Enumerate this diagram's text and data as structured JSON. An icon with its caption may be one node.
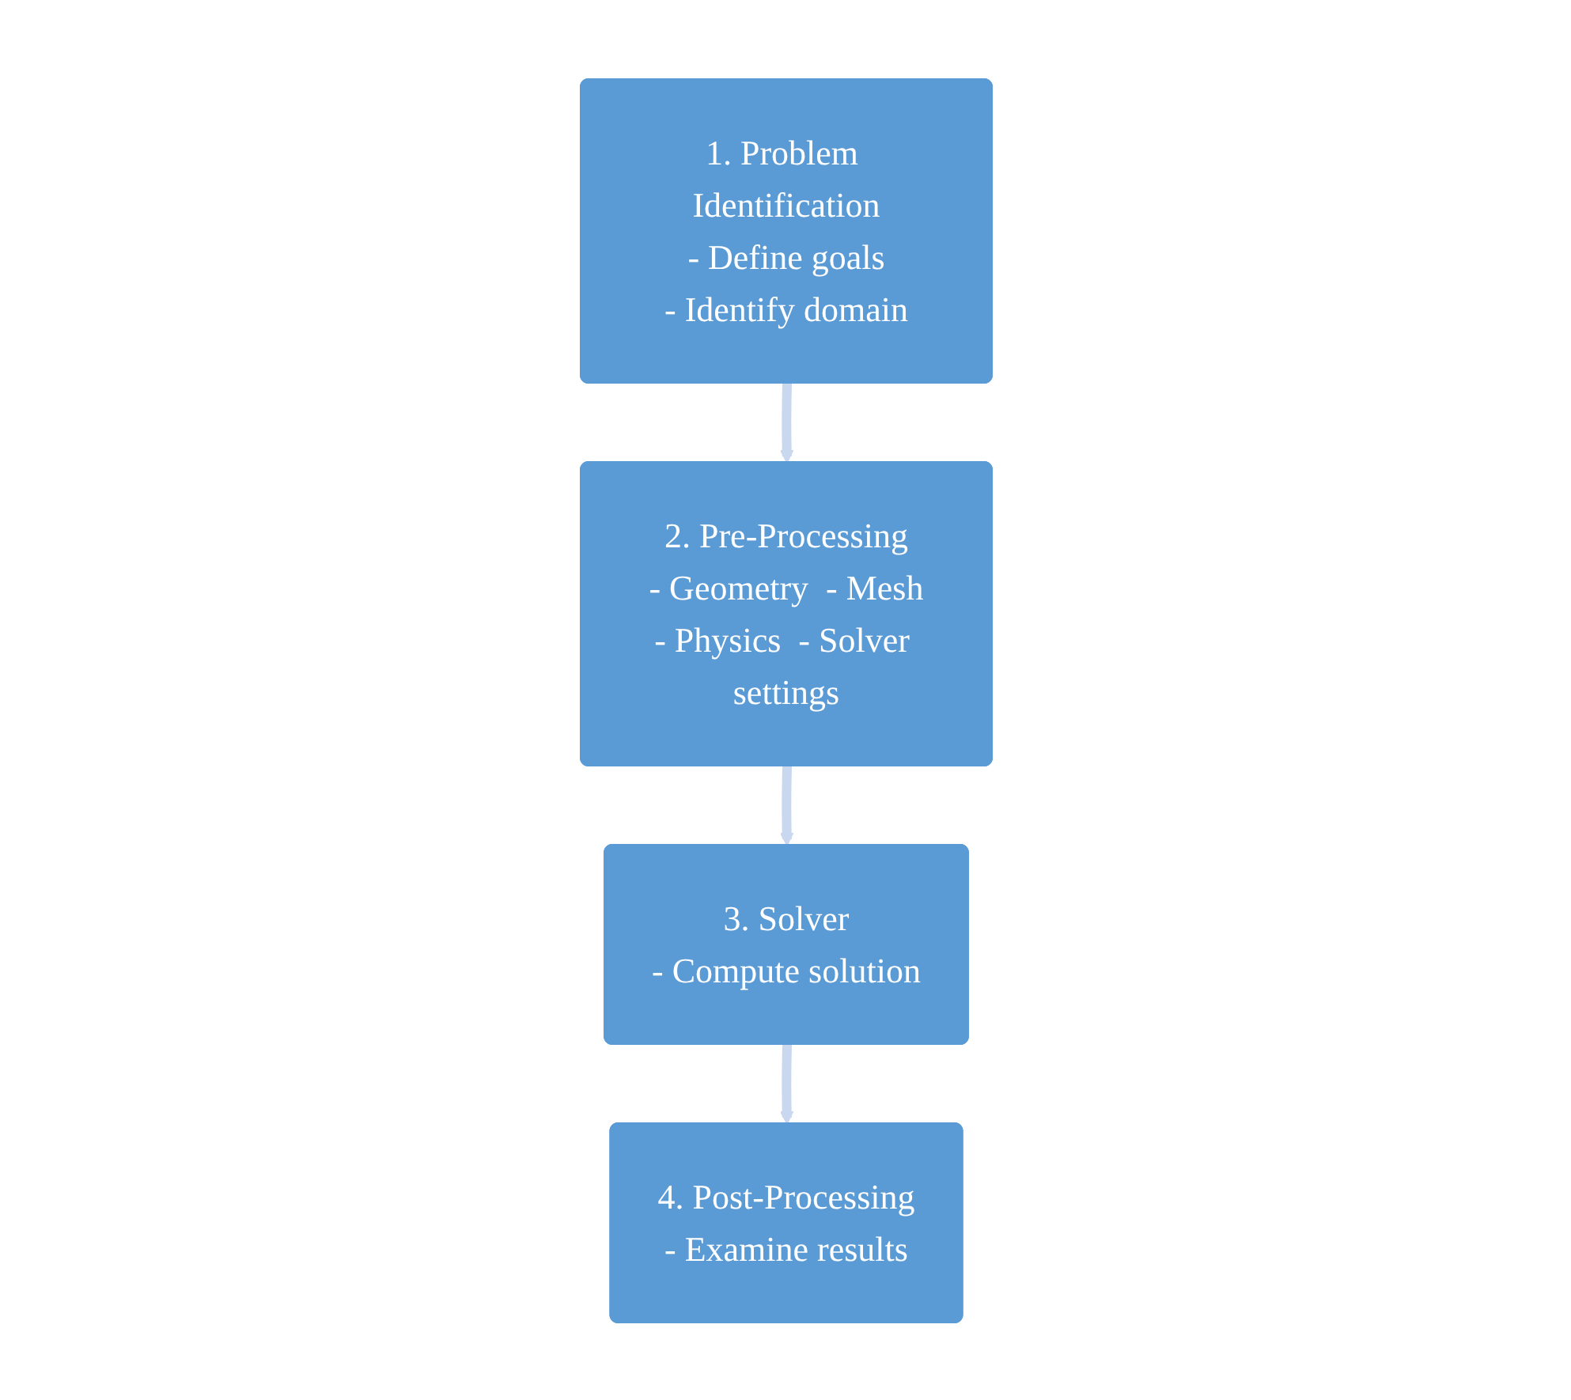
{
  "diagram": {
    "nodes": [
      {
        "text": [
          "1. Problem Identification",
          "- Define goals",
          "- Identify domain"
        ]
      },
      {
        "text": [
          "2. Pre-Processing",
          "- Geometry  - Mesh",
          "- Physics  - Solver settings"
        ]
      },
      {
        "text": [
          "3. Solver",
          "- Compute solution"
        ]
      },
      {
        "text": [
          "4. Post-Processing",
          "- Examine results"
        ]
      }
    ],
    "edges": [
      {
        "from": 0,
        "to": 1,
        "arrow": "to"
      },
      {
        "from": 1,
        "to": 2,
        "arrow": "to"
      },
      {
        "from": 2,
        "to": 3,
        "arrow": "to"
      }
    ]
  }
}
